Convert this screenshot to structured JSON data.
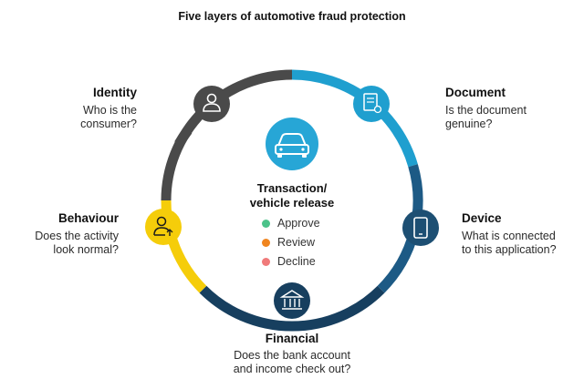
{
  "title": "Five layers of automotive fraud protection",
  "center": {
    "title_lines": [
      "Transaction/",
      "vehicle release"
    ],
    "outcomes": [
      {
        "label": "Approve",
        "color": "#4cc38a"
      },
      {
        "label": "Review",
        "color": "#f0851f"
      },
      {
        "label": "Decline",
        "color": "#f07a7a"
      }
    ],
    "icon": "car-icon"
  },
  "layers": {
    "identity": {
      "heading": "Identity",
      "lines": [
        "Who is the",
        "consumer?"
      ],
      "icon": "person-icon",
      "color": "#4a4a4a"
    },
    "document": {
      "heading": "Document",
      "lines": [
        "Is the document",
        "genuine?"
      ],
      "icon": "certificate-icon",
      "color": "#1f9fcf"
    },
    "device": {
      "heading": "Device",
      "lines": [
        "What is connected",
        "to this application?"
      ],
      "icon": "smartphone-icon",
      "color": "#1d4f73"
    },
    "financial": {
      "heading": "Financial",
      "lines": [
        "Does the bank account",
        "and income check out?"
      ],
      "icon": "bank-icon",
      "color": "#173f5f"
    },
    "behaviour": {
      "heading": "Behaviour",
      "lines": [
        "Does the activity",
        "look normal?"
      ],
      "icon": "user-activity-icon",
      "color": "#f5cd0a"
    }
  },
  "colors": {
    "ring_dark_gray": "#4a4a4a",
    "ring_light_blue": "#1f9fcf",
    "ring_mid_blue": "#1d5a85",
    "ring_navy": "#173f5f",
    "ring_yellow": "#f5cd0a",
    "center_badge": "#27a6d6"
  }
}
